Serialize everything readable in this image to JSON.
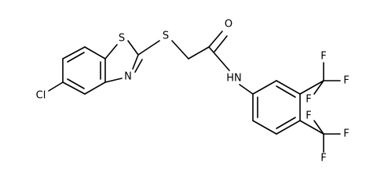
{
  "molecule": {
    "atoms": {
      "cl": "Cl",
      "s_ring": "S",
      "n_ring": "N",
      "s_thio": "S",
      "o": "O",
      "nh": "HN",
      "f_top_1": "F",
      "f_top_2": "F",
      "f_top_3": "F",
      "f_bot_1": "F",
      "f_bot_2": "F",
      "f_bot_3": "F"
    }
  }
}
